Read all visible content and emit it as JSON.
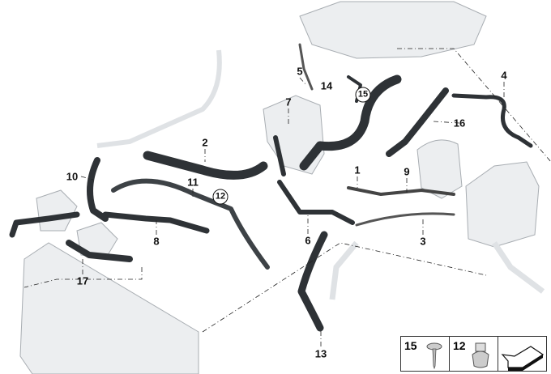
{
  "diagram": {
    "part_labels": [
      "1",
      "2",
      "3",
      "4",
      "5",
      "6",
      "7",
      "8",
      "9",
      "10",
      "11",
      "13",
      "14",
      "16",
      "17"
    ],
    "circled_labels": [
      "12",
      "15"
    ],
    "colors": {
      "hose": "#2e3236",
      "component": "#e4e6e8",
      "outline": "#9aa0a6",
      "leader": "#222222"
    }
  },
  "legend": {
    "items": [
      {
        "number": "15",
        "icon": "screw-icon"
      },
      {
        "number": "12",
        "icon": "clamp-icon"
      },
      {
        "number": "",
        "icon": "direction-arrow-icon"
      }
    ]
  }
}
